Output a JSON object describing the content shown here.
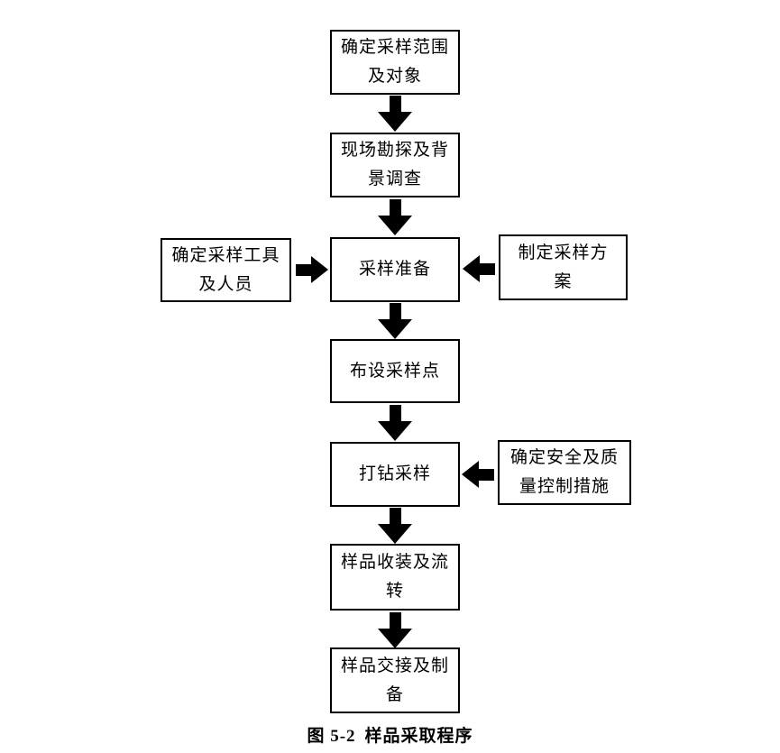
{
  "figure": {
    "caption_prefix": "图 5-2",
    "caption_title": "样品采取程序"
  },
  "flowchart": {
    "main_steps": [
      {
        "label": "确定采样范围及对象"
      },
      {
        "label": "现场勘探及背景调查"
      },
      {
        "label": "采样准备"
      },
      {
        "label": "布设采样点"
      },
      {
        "label": "打钻采样"
      },
      {
        "label": "样品收装及流转"
      },
      {
        "label": "样品交接及制备"
      }
    ],
    "side_inputs": [
      {
        "label": "确定采样工具及人员",
        "target": "采样准备",
        "arrow_direction": "right"
      },
      {
        "label": "制定采样方案",
        "target": "采样准备",
        "arrow_direction": "left"
      },
      {
        "label": "确定安全及质量控制措施",
        "target": "打钻采样",
        "arrow_direction": "left"
      }
    ],
    "connectors": [
      {
        "from": "确定采样范围及对象",
        "to": "现场勘探及背景调查",
        "type": "down-block-arrow"
      },
      {
        "from": "现场勘探及背景调查",
        "to": "采样准备",
        "type": "down-block-arrow"
      },
      {
        "from": "采样准备",
        "to": "布设采样点",
        "type": "down-block-arrow"
      },
      {
        "from": "布设采样点",
        "to": "打钻采样",
        "type": "down-block-arrow"
      },
      {
        "from": "打钻采样",
        "to": "样品收装及流转",
        "type": "down-block-arrow"
      },
      {
        "from": "样品收装及流转",
        "to": "样品交接及制备",
        "type": "down-block-arrow"
      }
    ],
    "colors": {
      "box_border": "#000000",
      "box_fill": "#ffffff",
      "arrow": "#000000",
      "text": "#000000",
      "background": "#ffffff"
    }
  }
}
